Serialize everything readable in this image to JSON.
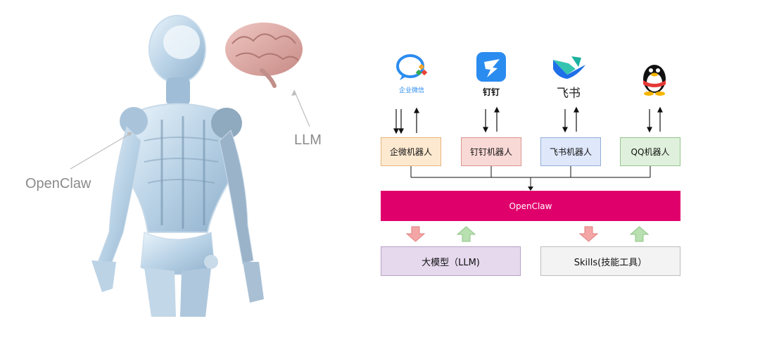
{
  "left": {
    "openclaw_label": "OpenClaw",
    "llm_label": "LLM"
  },
  "apps": [
    {
      "icon": "wecom-icon",
      "caption": "企业微信",
      "bot": "企微机器人",
      "bot_bg": "#fde9d0",
      "bot_border": "#e8b37a"
    },
    {
      "icon": "dingtalk-icon",
      "caption": "钉钉",
      "bot": "钉钉机器人",
      "bot_bg": "#f9d9d6",
      "bot_border": "#d99690"
    },
    {
      "icon": "feishu-icon",
      "caption": "飞书",
      "bot": "飞书机器人",
      "bot_bg": "#dfe8fb",
      "bot_border": "#93acd9"
    },
    {
      "icon": "qq-icon",
      "caption": "",
      "bot": "QQ机器人",
      "bot_bg": "#dff1dc",
      "bot_border": "#97c48f"
    }
  ],
  "core": {
    "label": "OpenClaw",
    "color": "#e0006c"
  },
  "bottom": {
    "llm_box": "大模型（LLM)",
    "skills_box": "Skills(技能工具）"
  },
  "colors": {
    "down_arrow": "#f4a6a6",
    "up_arrow": "#b8e0b0",
    "llm_box_bg": "#e6d9ee",
    "skills_box_bg": "#f3f3f3"
  }
}
